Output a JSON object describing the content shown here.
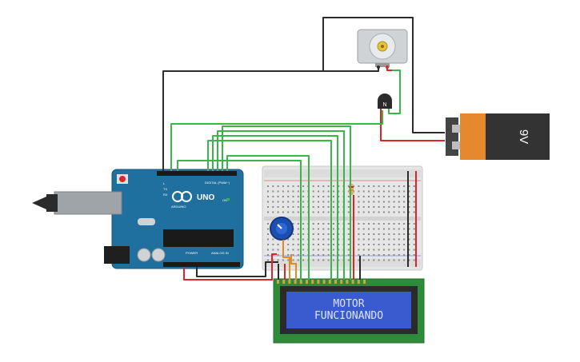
{
  "arduino": {
    "model_label": "UNO",
    "brand_label": "ARDUINO",
    "digital_label": "DIGITAL (PWM~)",
    "power_label": "POWER",
    "analog_label": "ANALOG IN",
    "tx_label": "TX",
    "rx_label": "RX",
    "l_label": "L",
    "on_label": "ON"
  },
  "lcd": {
    "line1": "MOTOR",
    "line2": "FUNCIONANDO"
  },
  "battery": {
    "label": "9V"
  },
  "transistor": {
    "label": "N"
  },
  "colors": {
    "arduino_board": "#1f6f9f",
    "wire_green": "#39b54a",
    "wire_black": "#2b2b2b",
    "wire_red": "#d9262b",
    "wire_orange": "#e58a1f",
    "lcd_screen": "#3a5bd0",
    "lcd_pcb": "#2e8b3a",
    "battery_body": "#e6892e",
    "battery_cap": "#333333"
  }
}
